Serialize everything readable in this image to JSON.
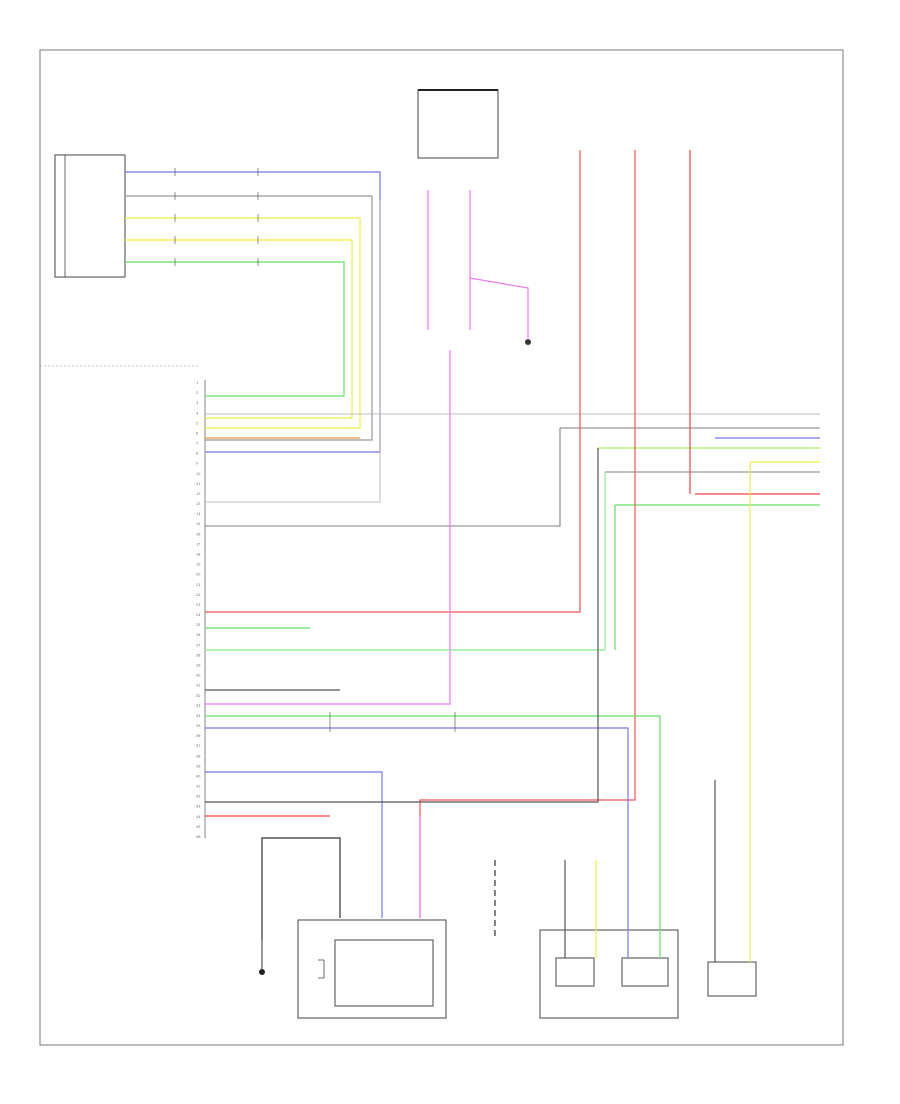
{
  "components": {
    "temp_sensor": {
      "box_label": "",
      "caption": [
        "",
        "",
        ""
      ]
    },
    "hvac_module": {
      "label": ""
    },
    "fuse_block": {
      "caption": [
        "",
        "",
        ""
      ]
    },
    "compressor_box": {
      "caption": [
        "",
        "",
        ""
      ]
    },
    "blower_box": {
      "label": "",
      "caption": [
        "",
        ""
      ]
    },
    "ac_relay_box": {
      "left_label": "",
      "right_label": "",
      "caption": [
        "",
        ""
      ]
    },
    "rear_box": {
      "caption": [
        "",
        "",
        ""
      ]
    },
    "ground_left": {
      "caption": [
        "",
        ""
      ]
    },
    "ground_mid": {
      "caption": [
        "",
        ""
      ]
    }
  },
  "pins": [
    "1",
    "2",
    "3",
    "4",
    "5",
    "6",
    "7",
    "8",
    "9",
    "10",
    "11",
    "12",
    "13",
    "14",
    "15",
    "16",
    "17",
    "18",
    "19",
    "20",
    "21",
    "22",
    "23",
    "24",
    "25",
    "26",
    "27",
    "28",
    "29",
    "30",
    "31",
    "32",
    "33",
    "34",
    "35",
    "36",
    "37",
    "38",
    "39",
    "40",
    "41",
    "42",
    "43",
    "44",
    "45",
    "46"
  ],
  "wire_colors": {
    "blue": "#7777ee",
    "gray": "#888888",
    "yellow": "#eeee44",
    "light_green": "#66dd66",
    "pink": "#ee77ee",
    "red": "#ee4444",
    "dark": "#333333",
    "orange": "#ee9944",
    "light_blue": "#66aaee"
  },
  "footer": {
    "code": ""
  }
}
